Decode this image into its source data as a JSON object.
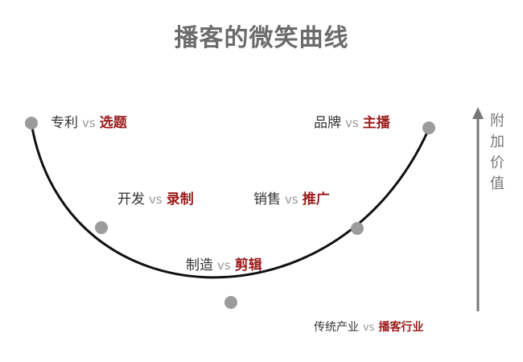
{
  "title": "播客的微笑曲线",
  "axis": {
    "label": "附加价值"
  },
  "pairs": [
    {
      "left": "专利",
      "vs": "vs",
      "right": "选题"
    },
    {
      "left": "品牌",
      "vs": "vs",
      "right": "主播"
    },
    {
      "left": "开发",
      "vs": "vs",
      "right": "录制"
    },
    {
      "left": "销售",
      "vs": "vs",
      "right": "推广"
    },
    {
      "left": "制造",
      "vs": "vs",
      "right": "剪辑"
    }
  ],
  "footer": {
    "left": "传统产业",
    "vs": "vs",
    "right": "播客行业"
  },
  "colors": {
    "accent": "#9b1b1b",
    "node": "#9b9b9b",
    "curve": "#111111",
    "axis": "#777777"
  }
}
